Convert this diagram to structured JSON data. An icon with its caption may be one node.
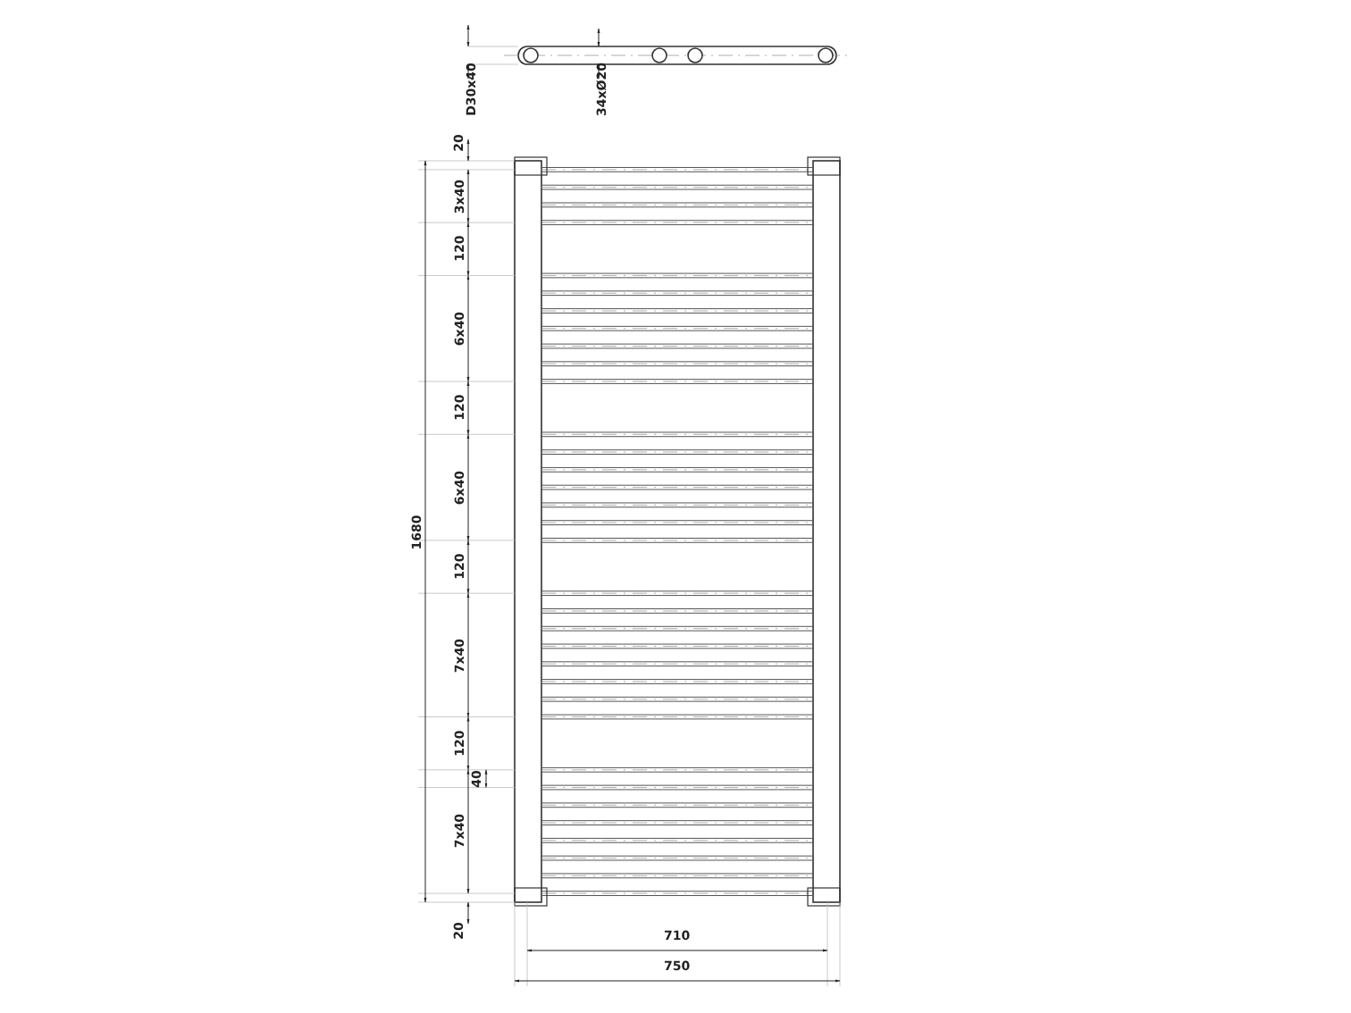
{
  "diagram": {
    "labels": [
      "D30x40",
      "34xØ20",
      "20",
      "3x40",
      "120",
      "6x40",
      "120",
      "6x40",
      "120",
      "7x40",
      "120",
      "40",
      "7x40",
      "20",
      "1680",
      "710",
      "750"
    ]
  }
}
